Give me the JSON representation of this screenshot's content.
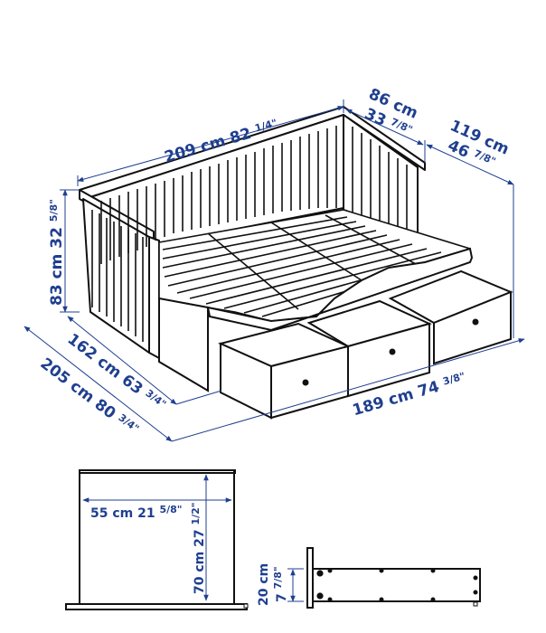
{
  "diagram": {
    "subject": "daybed with 3 drawers — dimension drawing",
    "dimension_color": "#1f3f8f",
    "line_color": "#111111",
    "main_view": {
      "labels": {
        "length_top": {
          "cm": "209 cm",
          "in": "82",
          "frac": "1/4\""
        },
        "backrest_depth": {
          "cm": "86 cm",
          "in": "33",
          "frac": "7/8\""
        },
        "extended_depth": {
          "cm": "119 cm",
          "in": "46",
          "frac": "7/8\""
        },
        "height": {
          "cm": "83 cm",
          "in": "32",
          "frac": "5/8\""
        },
        "extended_width": {
          "cm": "162 cm",
          "in": "63",
          "frac": "3/4\""
        },
        "total_width": {
          "cm": "205 cm",
          "in": "80",
          "frac": "3/4\""
        },
        "bed_length": {
          "cm": "189 cm",
          "in": "74",
          "frac": "3/8\""
        }
      },
      "drawer_count": 3
    },
    "drawer_top_view": {
      "width": {
        "cm": "55 cm",
        "in": "21",
        "frac": "5/8\""
      },
      "depth": {
        "cm": "70 cm",
        "in": "27",
        "frac": "1/2\""
      }
    },
    "drawer_side_view": {
      "height": {
        "cm": "20 cm",
        "in": "7",
        "frac": "7/8\""
      }
    }
  }
}
